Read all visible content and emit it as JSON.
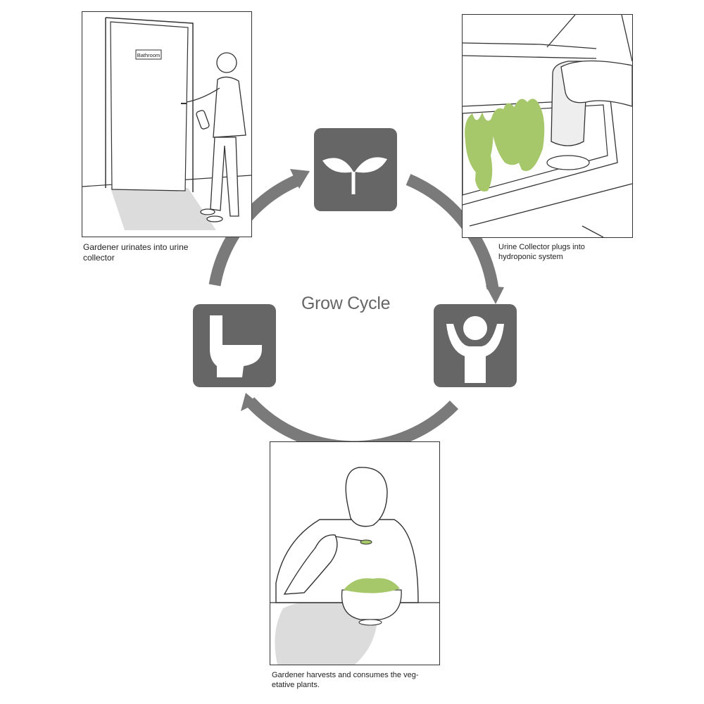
{
  "title": "Grow Cycle",
  "captions": {
    "urinate": "Gardener urinates into urine\ncollector",
    "plug": "Urine Collector plugs into\nhydroponic system",
    "harvest": "Gardener harvests and consumes the veg-\netative plants."
  },
  "door_sign": "Bathroom",
  "icons": {
    "top": "sprout-icon",
    "left": "toilet-icon",
    "right": "person-icon"
  },
  "colors": {
    "icon_bg": "#666666",
    "arrow": "#7a7a7a",
    "plant_green": "#a6c86b",
    "shadow": "#dcdcdc"
  }
}
